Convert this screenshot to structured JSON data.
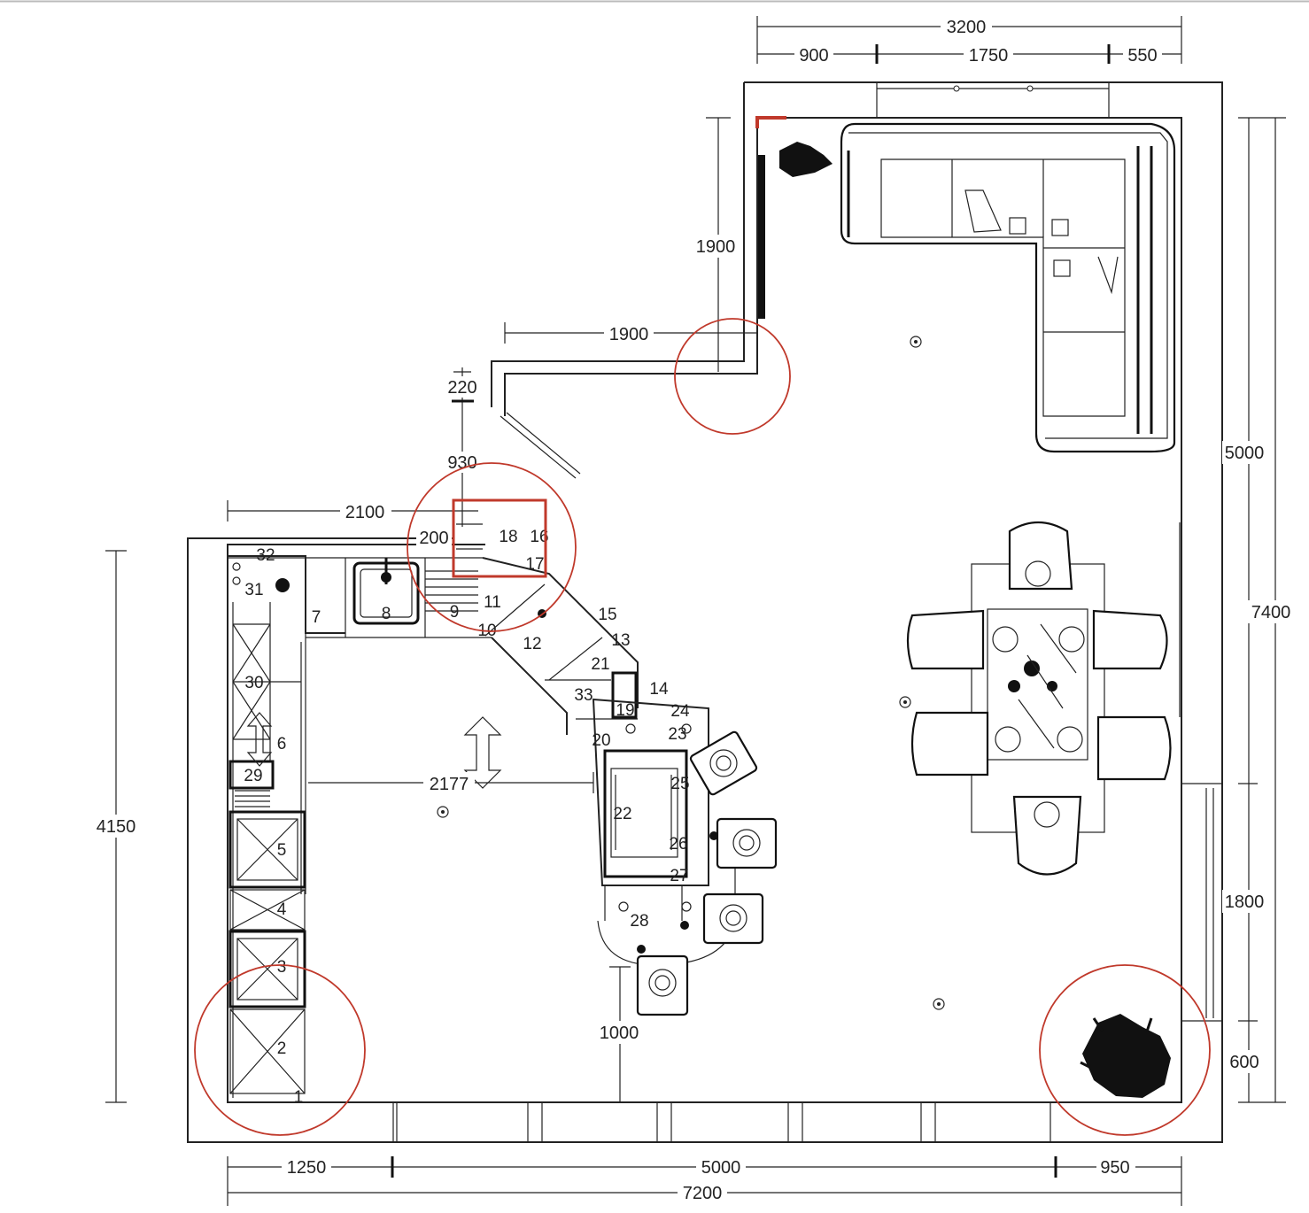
{
  "dimensions": {
    "top_total": "3200",
    "top_left": "900",
    "top_mid": "1750",
    "top_right": "550",
    "right_upper": "5000",
    "right_total": "7400",
    "right_mid": "1800",
    "right_lower": "600",
    "left_height": "4150",
    "bottom_left": "1250",
    "bottom_mid": "5000",
    "bottom_right": "950",
    "bottom_total": "7200",
    "hall_vertical": "1900",
    "hall_horizontal": "1900",
    "door_width": "220",
    "hall_depth": "930",
    "kitchen_width": "2100",
    "corner_gap": "200",
    "kitchen_gap": "2177",
    "island_clearance": "1000"
  },
  "labels": [
    "1",
    "2",
    "3",
    "4",
    "5",
    "6",
    "7",
    "8",
    "9",
    "10",
    "11",
    "12",
    "13",
    "14",
    "15",
    "16",
    "17",
    "18",
    "19",
    "20",
    "21",
    "22",
    "23",
    "24",
    "25",
    "26",
    "27",
    "28",
    "29",
    "30",
    "31",
    "32",
    "33"
  ],
  "colors": {
    "markup": "#c0392b",
    "lines": "#222222",
    "background": "#ffffff"
  }
}
